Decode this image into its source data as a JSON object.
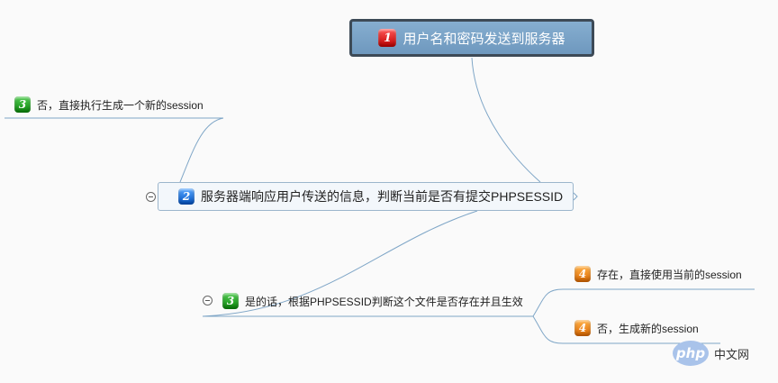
{
  "root": {
    "badge": "1",
    "label": "用户名和密码发送到服务器",
    "color": "#6e98be"
  },
  "main": {
    "badge": "2",
    "label": "服务器端响应用户传送的信息，判断当前是否有提交PHPSESSID"
  },
  "branch_no": {
    "badge": "3",
    "label": "否，直接执行生成一个新的session"
  },
  "branch_yes": {
    "badge": "3",
    "label": "是的话，根据PHPSESSID判断这个文件是否存在并且生效"
  },
  "leaf_exists": {
    "badge": "4",
    "label": "存在，直接使用当前的session"
  },
  "leaf_not": {
    "badge": "4",
    "label": "否，生成新的session"
  },
  "watermark": {
    "logo": "php",
    "text": "中文网"
  },
  "colors": {
    "link": "#7fa6c7",
    "red": "#c40000",
    "blue": "#0052c4",
    "green": "#0a8a0a",
    "orange": "#e06a00"
  }
}
